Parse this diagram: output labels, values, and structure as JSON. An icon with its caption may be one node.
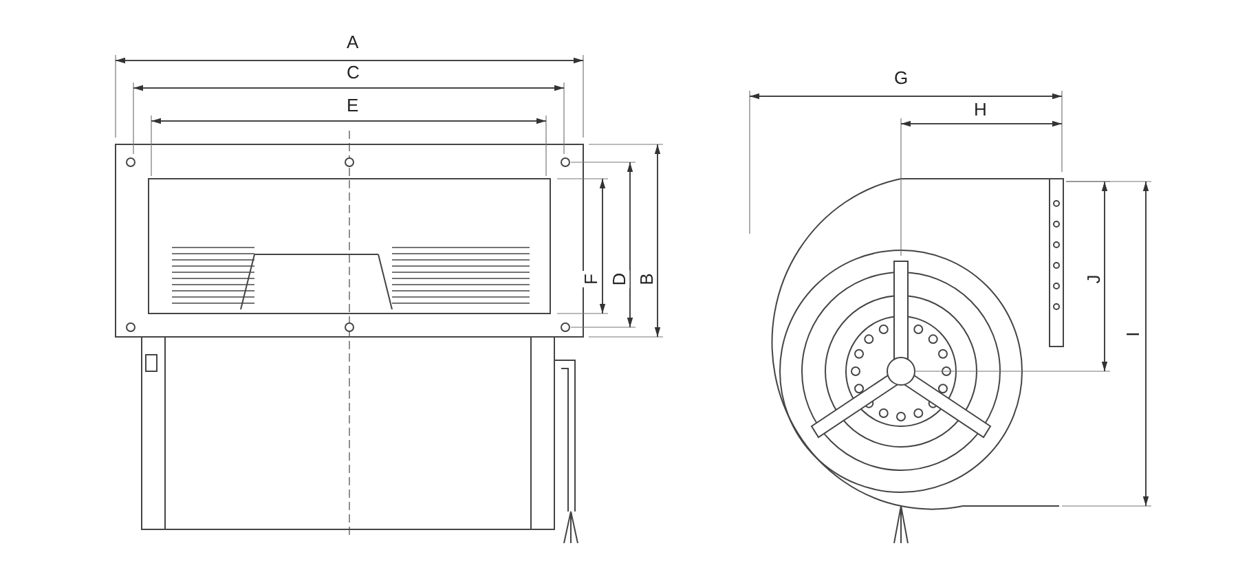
{
  "diagram": {
    "labels": [
      "A",
      "C",
      "E",
      "F",
      "D",
      "B",
      "G",
      "H",
      "J",
      "I"
    ]
  }
}
